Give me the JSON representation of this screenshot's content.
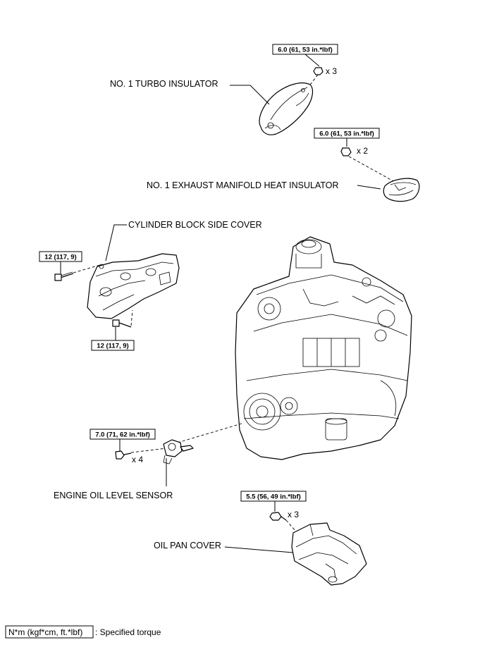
{
  "labels": {
    "turbo_insulator": "NO. 1 TURBO INSULATOR",
    "exhaust_manifold_heat_insulator": "NO. 1 EXHAUST MANIFOLD HEAT INSULATOR",
    "cylinder_block_side_cover": "CYLINDER BLOCK SIDE COVER",
    "engine_oil_level_sensor": "ENGINE OIL LEVEL SENSOR",
    "oil_pan_cover": "OIL PAN COVER"
  },
  "torques": {
    "turbo_insulator": "6.0 (61, 53 in.*lbf)",
    "exhaust_manifold_heat_insulator": "6.0 (61, 53 in.*lbf)",
    "side_cover_upper": "12 (117, 9)",
    "side_cover_lower": "12 (117, 9)",
    "oil_level_sensor": "7.0 (71, 62 in.*lbf)",
    "oil_pan_cover": "5.5 (56, 49 in.*lbf)"
  },
  "quantities": {
    "turbo_insulator": "x 3",
    "exhaust_manifold_heat_insulator": "x 2",
    "oil_level_sensor": "x 4",
    "oil_pan_cover": "x 3"
  },
  "legend": {
    "unit": "N*m (kgf*cm, ft.*lbf)",
    "description": ": Specified torque"
  }
}
